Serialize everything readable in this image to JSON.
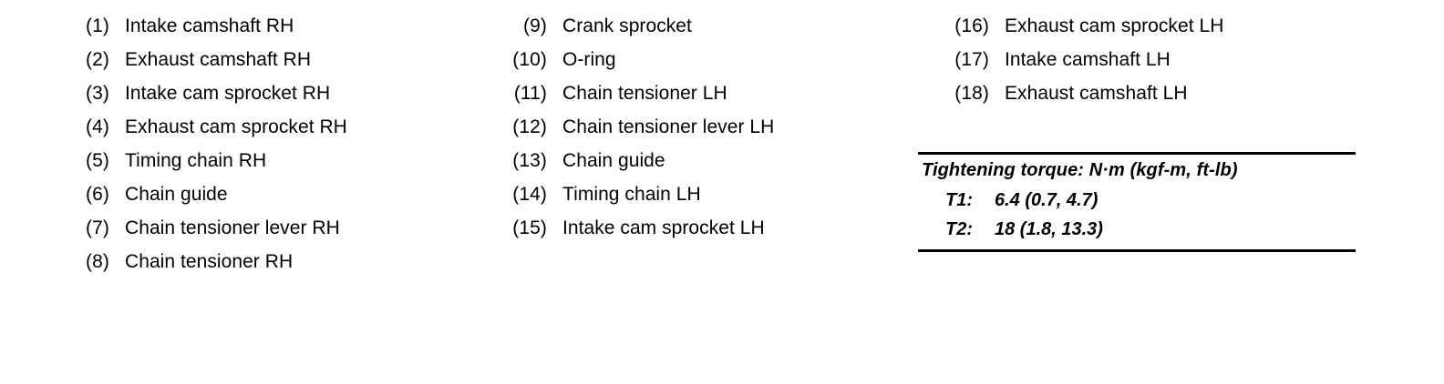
{
  "document": {
    "type": "parts-legend",
    "background_color": "#ffffff",
    "text_color": "#000000"
  },
  "columns": [
    {
      "id": "column-1",
      "items": [
        {
          "number": "(1)",
          "label": "Intake camshaft RH"
        },
        {
          "number": "(2)",
          "label": "Exhaust camshaft RH"
        },
        {
          "number": "(3)",
          "label": "Intake cam sprocket RH"
        },
        {
          "number": "(4)",
          "label": "Exhaust cam sprocket RH"
        },
        {
          "number": "(5)",
          "label": "Timing chain RH"
        },
        {
          "number": "(6)",
          "label": "Chain guide"
        },
        {
          "number": "(7)",
          "label": "Chain tensioner lever RH"
        },
        {
          "number": "(8)",
          "label": "Chain tensioner RH"
        }
      ]
    },
    {
      "id": "column-2",
      "items": [
        {
          "number": "(9)",
          "label": "Crank sprocket"
        },
        {
          "number": "(10)",
          "label": "O-ring"
        },
        {
          "number": "(11)",
          "label": "Chain tensioner LH"
        },
        {
          "number": "(12)",
          "label": "Chain tensioner lever LH"
        },
        {
          "number": "(13)",
          "label": "Chain guide"
        },
        {
          "number": "(14)",
          "label": "Timing chain LH"
        },
        {
          "number": "(15)",
          "label": "Intake cam sprocket LH"
        }
      ]
    },
    {
      "id": "column-3",
      "items": [
        {
          "number": "(16)",
          "label": "Exhaust cam sprocket LH"
        },
        {
          "number": "(17)",
          "label": "Intake camshaft LH"
        },
        {
          "number": "(18)",
          "label": "Exhaust camshaft LH"
        }
      ]
    }
  ],
  "torque_table": {
    "title": "Tightening torque: N·m (kgf-m, ft-lb)",
    "rows": [
      {
        "key": "T1:",
        "value": "6.4 (0.7, 4.7)"
      },
      {
        "key": "T2:",
        "value": "18 (1.8, 13.3)"
      }
    ]
  }
}
